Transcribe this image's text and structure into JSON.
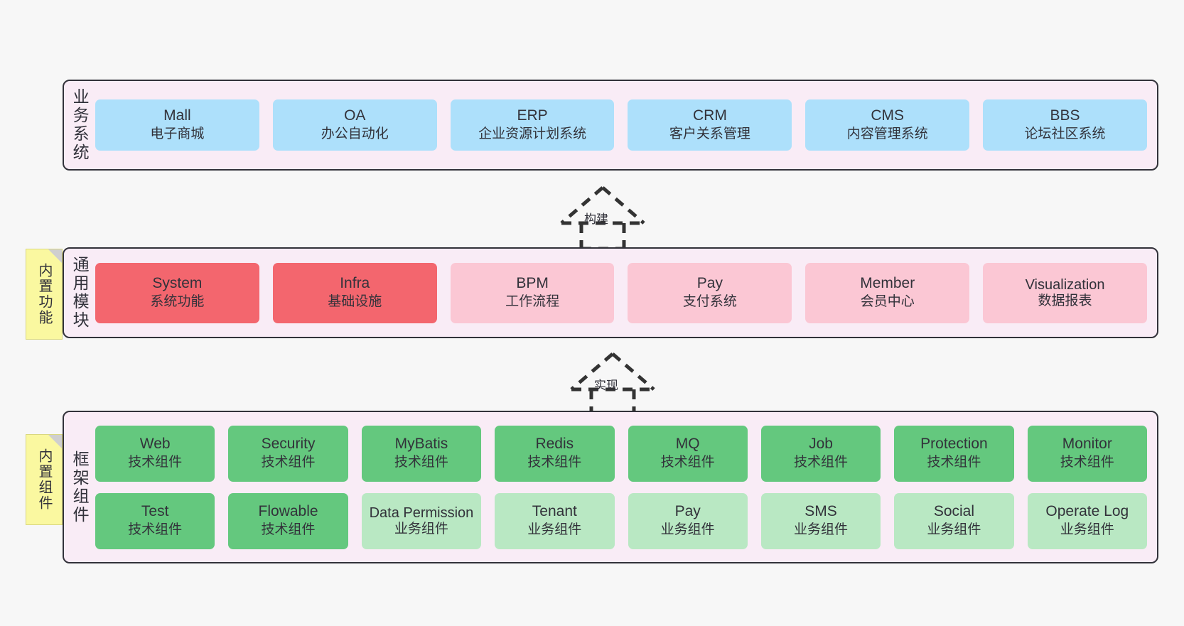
{
  "diagram": {
    "title_layers": {
      "business": "业务系统",
      "common": "通用模块",
      "framework": "框架组件"
    },
    "notes": [
      {
        "name": "builtin-functions",
        "label": "内置功能"
      },
      {
        "name": "builtin-components",
        "label": "内置组件"
      }
    ],
    "connectors": [
      {
        "name": "build",
        "label": "构建",
        "style": "dashed-generalization"
      },
      {
        "name": "implement",
        "label": "实现",
        "style": "dashed-generalization"
      }
    ],
    "colors": {
      "canvas": "#f7f7f7",
      "layer_bg": "#f9ecf6",
      "layer_border": "#32323a",
      "blue": "#ade0fb",
      "red": "#f3666e",
      "pink": "#fbc7d4",
      "green": "#64c87e",
      "green_light": "#b9e8c3",
      "note_yellow": "#faf8a0",
      "note_fold": "#cfcfcf"
    },
    "business_systems": [
      {
        "code": "Mall",
        "desc": "电子商城",
        "color": "blue"
      },
      {
        "code": "OA",
        "desc": "办公自动化",
        "color": "blue"
      },
      {
        "code": "ERP",
        "desc": "企业资源计划系统",
        "color": "blue"
      },
      {
        "code": "CRM",
        "desc": "客户关系管理",
        "color": "blue"
      },
      {
        "code": "CMS",
        "desc": "内容管理系统",
        "color": "blue"
      },
      {
        "code": "BBS",
        "desc": "论坛社区系统",
        "color": "blue"
      }
    ],
    "common_modules": [
      {
        "code": "System",
        "desc": "系统功能",
        "color": "red"
      },
      {
        "code": "Infra",
        "desc": "基础设施",
        "color": "red"
      },
      {
        "code": "BPM",
        "desc": "工作流程",
        "color": "pink"
      },
      {
        "code": "Pay",
        "desc": "支付系统",
        "color": "pink"
      },
      {
        "code": "Member",
        "desc": "会员中心",
        "color": "pink"
      },
      {
        "code": "Visualization",
        "desc": "数据报表",
        "color": "pink"
      }
    ],
    "framework_row1": [
      {
        "code": "Web",
        "desc": "技术组件",
        "color": "green"
      },
      {
        "code": "Security",
        "desc": "技术组件",
        "color": "green"
      },
      {
        "code": "MyBatis",
        "desc": "技术组件",
        "color": "green"
      },
      {
        "code": "Redis",
        "desc": "技术组件",
        "color": "green"
      },
      {
        "code": "MQ",
        "desc": "技术组件",
        "color": "green"
      },
      {
        "code": "Job",
        "desc": "技术组件",
        "color": "green"
      },
      {
        "code": "Protection",
        "desc": "技术组件",
        "color": "green"
      },
      {
        "code": "Monitor",
        "desc": "技术组件",
        "color": "green"
      }
    ],
    "framework_row2": [
      {
        "code": "Test",
        "desc": "技术组件",
        "color": "green"
      },
      {
        "code": "Flowable",
        "desc": "技术组件",
        "color": "green"
      },
      {
        "code": "Data Permission",
        "desc": "业务组件",
        "color": "green_light"
      },
      {
        "code": "Tenant",
        "desc": "业务组件",
        "color": "green_light"
      },
      {
        "code": "Pay",
        "desc": "业务组件",
        "color": "green_light"
      },
      {
        "code": "SMS",
        "desc": "业务组件",
        "color": "green_light"
      },
      {
        "code": "Social",
        "desc": "业务组件",
        "color": "green_light"
      },
      {
        "code": "Operate Log",
        "desc": "业务组件",
        "color": "green_light"
      }
    ]
  }
}
